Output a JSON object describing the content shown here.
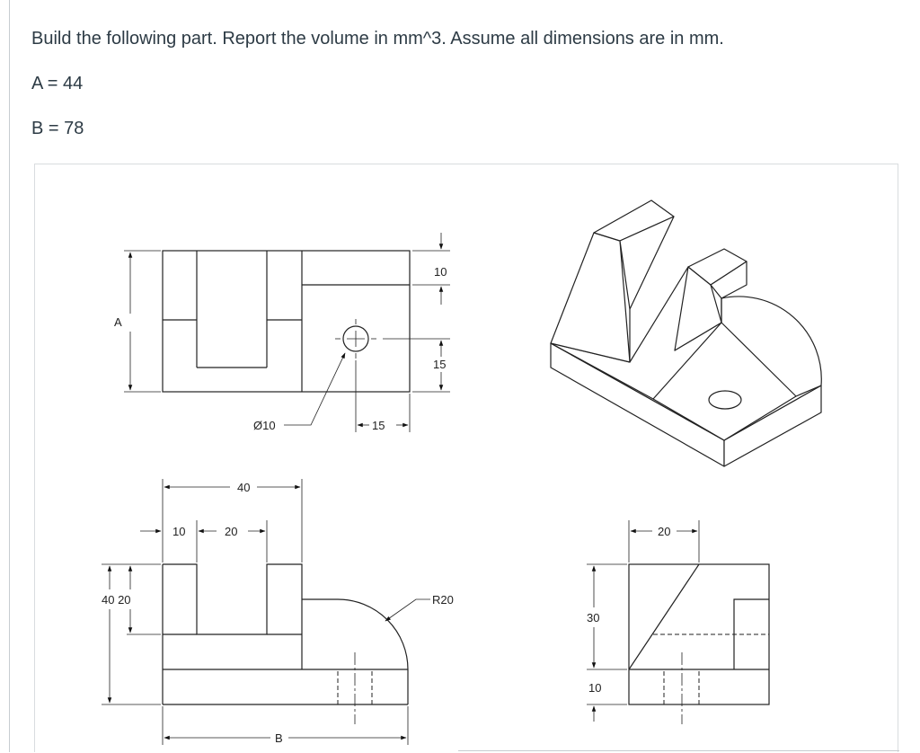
{
  "question": {
    "prompt": "Build the following part. Report the volume in mm^3. Assume all dimensions are in mm.",
    "param_a": "A = 44",
    "param_b": "B = 78"
  },
  "drawing": {
    "labels": {
      "a": "A",
      "b": "B",
      "d10": "10",
      "d15_top": "15",
      "d15_bottom": "15",
      "hole_dia": "Ø10",
      "d40": "40",
      "d10_left": "10",
      "d20_slot": "20",
      "d40_20": "40 20",
      "r20": "R20",
      "d20_side": "20",
      "d30": "30",
      "d10_side": "10"
    }
  }
}
